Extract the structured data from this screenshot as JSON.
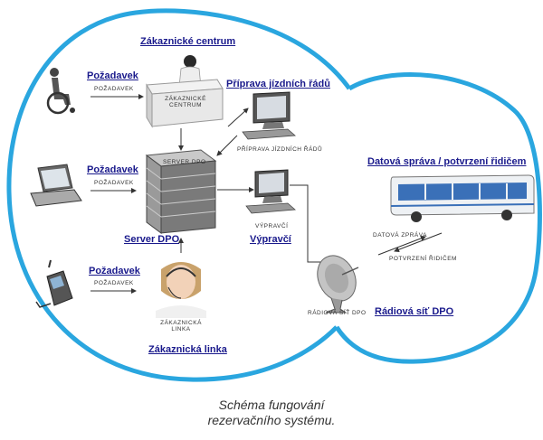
{
  "links": {
    "customer_center": "Zákaznické centrum",
    "request_1": "Požadavek",
    "request_2": "Požadavek",
    "request_3": "Požadavek",
    "timetable_prep": "Příprava jízdních řádů",
    "data_report": "Datová správa / potvrzení řidičem",
    "server": "Server DPO",
    "dispatcher": "Výpravčí",
    "radio_network": "Rádiová síť DPO",
    "customer_line": "Zákaznická linka"
  },
  "captions": {
    "request_1": "POŽADAVEK",
    "request_2": "POŽADAVEK",
    "request_3": "POŽADAVEK",
    "customer_center_l1": "ZÁKAZNICKÉ",
    "customer_center_l2": "CENTRUM",
    "timetable_prep": "PŘÍPRAVA JÍZDNÍCH ŘÁDŮ",
    "server": "SERVER DPO",
    "dispatcher": "VÝPRAVČÍ",
    "data_report": "DATOVÁ ZPRÁVA",
    "driver_confirm": "POTVRZENÍ ŘIDIČEM",
    "radio_network": "RÁDIOVÁ SÍŤ DPO",
    "customer_line_l1": "ZÁKAZNICKÁ",
    "customer_line_l2": "LINKA"
  },
  "footer": {
    "line1": "Schéma fungování",
    "line2": "rezervačního systému."
  },
  "colors": {
    "outline": "#2aa6df",
    "link": "#1a1a8c",
    "bus": "#3a70b8"
  }
}
